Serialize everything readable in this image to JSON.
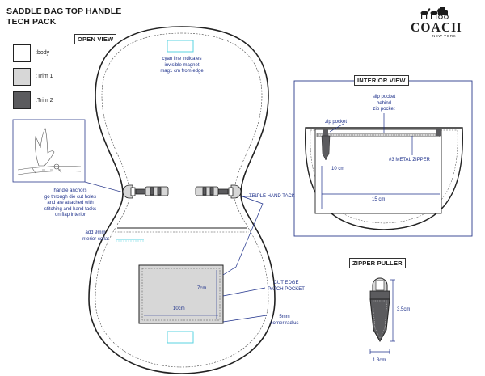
{
  "title": {
    "line1": "SADDLE BAG TOP HANDLE",
    "line2": "TECH PACK"
  },
  "brand": {
    "name": "COACH",
    "sub": "NEW YORK"
  },
  "legend": [
    {
      "label": ":body",
      "color": "#ffffff"
    },
    {
      "label": ":Trim 1",
      "color": "#d7d7d7"
    },
    {
      "label": ":Trim 2",
      "color": "#5b5b5e"
    }
  ],
  "open_view": {
    "label": "OPEN VIEW",
    "magnet_note": [
      "cyan line indicates",
      "invisible magnet",
      "mag1 cm from edge"
    ],
    "anchor_note": [
      "handle anchors",
      "go through die cut holes",
      "and are attached with",
      "stitching and hand tacks",
      "on flap interior"
    ],
    "hand_tack": "TRIPLE HAND TACK",
    "collar_note": [
      "add 9mm",
      "interior collar"
    ],
    "cut_edge": [
      "CUT EDGE",
      "PATCH POCKET"
    ],
    "radius_note": [
      "5mm",
      "corner radius"
    ],
    "pocket_width": "10cm",
    "pocket_height": "7cm"
  },
  "interior_view": {
    "label": "INTERIOR VIEW",
    "slip_note": [
      "slip pocket",
      "behind",
      "zip pocket"
    ],
    "zip_pocket": "zip pocket",
    "zipper": "#3 METAL ZIPPER",
    "height": "10 cm",
    "width": "15 cm"
  },
  "zipper_puller": {
    "label": "ZIPPER PULLER",
    "height": "3.5cm",
    "width": "1.3cm"
  },
  "colors": {
    "annotation": "#1c2f8a",
    "magnet": "#5ad3e0",
    "trim1": "#d7d7d7",
    "trim2": "#5b5b5e"
  }
}
